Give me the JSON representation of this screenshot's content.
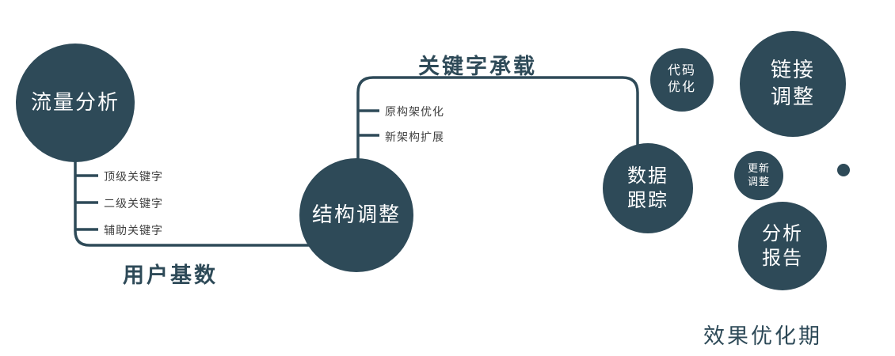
{
  "colors": {
    "accent": "#2e4a58",
    "label-dark": "#3f3f3f",
    "node-text": "#ffffff",
    "bg": "#ffffff"
  },
  "diagram": {
    "nodes": {
      "traffic": {
        "label": "流量分析"
      },
      "structure": {
        "label": "结构调整"
      },
      "tracking": {
        "line1": "数据",
        "line2": "跟踪"
      },
      "code": {
        "line1": "代码",
        "line2": "优化"
      },
      "link": {
        "line1": "链接",
        "line2": "调整"
      },
      "update": {
        "line1": "更新",
        "line2": "调整"
      },
      "report": {
        "line1": "分析",
        "line2": "报告"
      }
    },
    "edge_labels": {
      "user_base": "用户基数",
      "keyword_carry": "关键字承载"
    },
    "traffic_branches": [
      "顶级关键字",
      "二级关键字",
      "辅助关键字"
    ],
    "structure_branches": [
      "原构架优化",
      "新架构扩展"
    ],
    "caption": "效果优化期"
  }
}
